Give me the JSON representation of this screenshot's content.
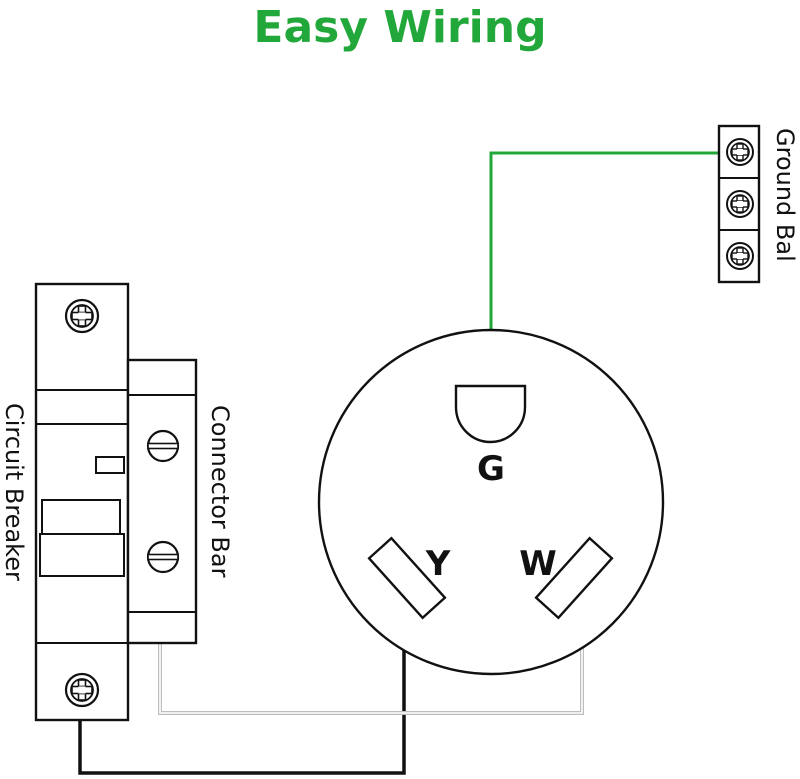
{
  "title": "Easy Wiring",
  "colors": {
    "title": "#22a83a",
    "ground_wire": "#22a83a",
    "hot_wire": "#111111",
    "neutral_wire": "#c8c8c8",
    "outline": "#111111"
  },
  "labels": {
    "circuit_breaker": "Circuit Breaker",
    "connector_bar": "Connector Bar",
    "ground_bar": "Ground Bal"
  },
  "outlet": {
    "ground_slot_label": "G",
    "hot_slot_label": "Y",
    "neutral_slot_label": "W"
  },
  "icons": [
    "phillips-screw-icon",
    "slotted-screw-icon"
  ]
}
